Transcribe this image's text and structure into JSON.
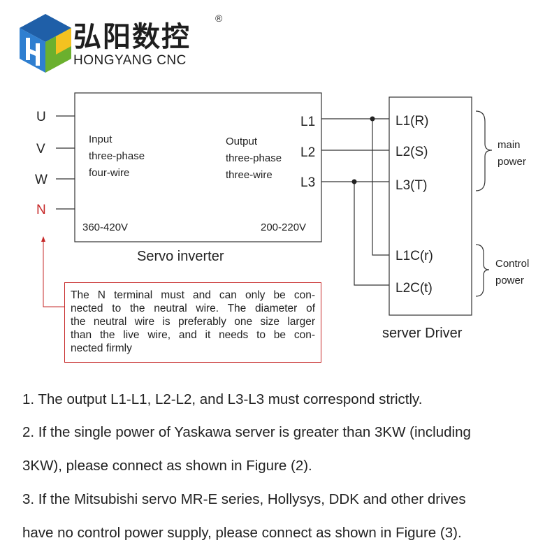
{
  "brand": {
    "name_cn": "弘阳数控",
    "registered_mark": "®",
    "name_en": "HONGYANG CNC",
    "colors": {
      "blue": "#1f5fa8",
      "green": "#6bb02e",
      "yellow": "#f4c220"
    }
  },
  "diagram": {
    "input_terminals": [
      "U",
      "V",
      "W",
      "N"
    ],
    "inverter": {
      "input_label_lines": [
        "Input",
        "three-phase",
        "four-wire"
      ],
      "output_label_lines": [
        "Output",
        "three-phase",
        "three-wire"
      ],
      "input_voltage": "360-420V",
      "output_voltage": "200-220V",
      "output_terminals": [
        "L1",
        "L2",
        "L3"
      ],
      "caption": "Servo inverter"
    },
    "driver": {
      "terminals": [
        "L1(R)",
        "L2(S)",
        "L3(T)",
        "L1C(r)",
        "L2C(t)"
      ],
      "caption": "server Driver",
      "main_power_lines": [
        "main",
        "power"
      ],
      "control_power_lines": [
        "Control",
        "power"
      ]
    },
    "note_lines": [
      "The N terminal must and can only be con-",
      "nected to the neutral wire. The diameter of",
      "the neutral wire is preferably one size larger",
      "than the live wire, and it needs to be con-",
      "nected firmly"
    ],
    "colors": {
      "line": "#333333",
      "neutral": "#c62828"
    }
  },
  "instructions": [
    "1. The output L1-L1, L2-L2, and L3-L3 must correspond strictly.",
    "2. If the single power of Yaskawa server is greater than 3KW (including",
    "3KW), please connect as shown in Figure (2).",
    "3. If the Mitsubishi servo MR-E series, Hollysys, DDK and other drives",
    "have no control power supply, please connect as shown in Figure (3)."
  ]
}
